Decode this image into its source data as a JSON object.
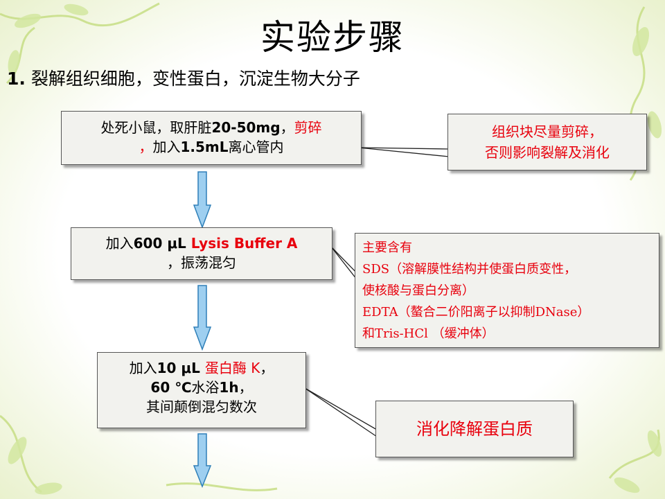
{
  "title": "实验步骤",
  "heading": {
    "num": "1.",
    "text": " 裂解组织细胞，变性蛋白，沉淀生物大分子"
  },
  "steps": [
    {
      "line1_a": "处死小鼠，取肝脏",
      "line1_b": "20-50mg",
      "line1_c": "，",
      "line1_red": "剪碎",
      "line2_red": "，",
      "line2_a": "加入",
      "line2_b": "1.5mL",
      "line2_c": "离心管内"
    },
    {
      "line1_a": "加入",
      "line1_b": "600 μL ",
      "line1_red": "Lysis Buffer A",
      "line2": "，振荡混匀"
    },
    {
      "line1_a": "加入",
      "line1_b": "10 μL ",
      "line1_red": "蛋白酶 K",
      "line1_c": "，",
      "line2_b": "60 ℃",
      "line2_a": "水浴",
      "line2_c": "1h",
      "line2_d": "，",
      "line3": "其间颠倒混匀数次"
    }
  ],
  "notes": [
    {
      "lines": [
        "组织块尽量剪碎，",
        "否则影响裂解及消化"
      ]
    },
    {
      "lines": [
        "主要含有",
        "SDS（溶解膜性结构并使蛋白质变性，",
        "使核酸与蛋白分离）",
        "EDTA（螯合二价阳离子以抑制DNase）",
        "和Tris-HCl （缓冲体）"
      ]
    },
    {
      "lines": [
        "消化降解蛋白质"
      ]
    }
  ],
  "colors": {
    "accent_red": "#e8000d",
    "arrow_fill": "#9ecff0",
    "arrow_stroke": "#2e7fb8",
    "box_bg": "#f2f2ee",
    "leaf_green": "#c9df8a"
  },
  "decor": {
    "background": "green-leaf-swirl-border"
  }
}
